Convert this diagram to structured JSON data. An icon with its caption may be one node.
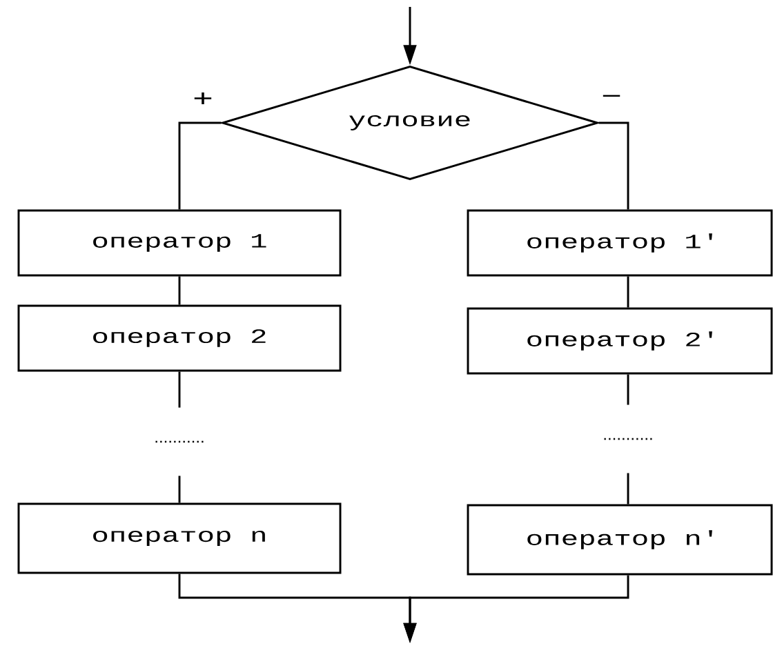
{
  "diagram": {
    "nodes": [
      {
        "text": [
          "условие"
        ]
      },
      {
        "text": [
          "оператор 1"
        ]
      },
      {
        "text": [
          "оператор 1'"
        ]
      },
      {
        "text": [
          "оператор 2"
        ]
      },
      {
        "text": [
          "оператор 2'"
        ]
      },
      {
        "text": [
          "..........."
        ]
      },
      {
        "text": [
          "..........."
        ]
      },
      {
        "text": [
          "оператор n"
        ]
      },
      {
        "text": [
          "оператор n'"
        ]
      }
    ],
    "edges": [
      {
        "from": null,
        "to": 0,
        "arrow": "to"
      },
      {
        "from": 0,
        "to": 1,
        "arrow": "none",
        "label": "+"
      },
      {
        "from": 0,
        "to": 2,
        "arrow": "none",
        "label": "−"
      },
      {
        "from": 1,
        "to": 3,
        "arrow": "none"
      },
      {
        "from": 2,
        "to": 4,
        "arrow": "none"
      },
      {
        "from": 3,
        "to": 5,
        "arrow": "none"
      },
      {
        "from": 4,
        "to": 6,
        "arrow": "none"
      },
      {
        "from": 5,
        "to": 7,
        "arrow": "none"
      },
      {
        "from": 6,
        "to": 8,
        "arrow": "none"
      },
      {
        "from": 7,
        "to": null,
        "arrow": "to"
      },
      {
        "from": 8,
        "to": null,
        "arrow": "to"
      }
    ]
  }
}
